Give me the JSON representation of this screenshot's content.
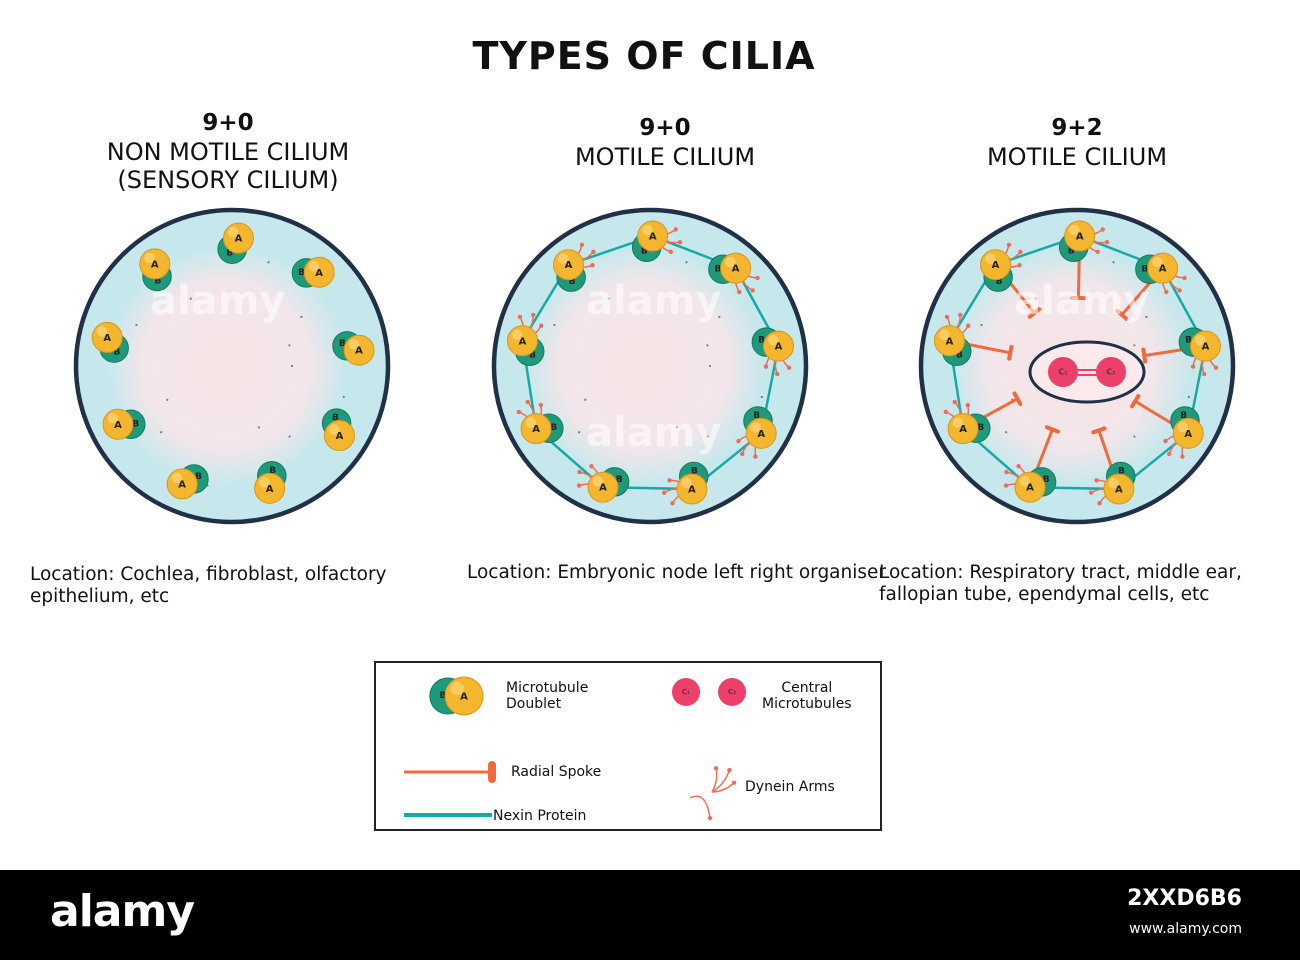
{
  "title": "TYPES OF CILIA",
  "panels": [
    {
      "formula": "9+0",
      "name_line1": "NON MOTILE CILIUM",
      "name_line2": "(SENSORY CILIUM)",
      "location": "Location: Cochlea, fibroblast, olfactory epithelium, etc"
    },
    {
      "formula": "9+0",
      "name_line1": "MOTILE CILIUM",
      "name_line2": "",
      "location": "Location: Embryonic node left right organiser"
    },
    {
      "formula": "9+2",
      "name_line1": "MOTILE CILIUM",
      "name_line2": "",
      "location": "Location: Respiratory tract, middle ear, fallopian tube, ependymal cells, etc"
    }
  ],
  "doublet_letters": {
    "a": "A",
    "b": "B"
  },
  "central_letters": {
    "c1": "C₁",
    "c2": "C₂"
  },
  "legend": {
    "microtubule_doublet_1": "Microtubule",
    "microtubule_doublet_2": "Doublet",
    "central_microtubules_1": "Central",
    "central_microtubules_2": "Microtubules",
    "radial_spoke": "Radial Spoke",
    "nexin_protein": "Nexin Protein",
    "dynein_arms": "Dynein Arms"
  },
  "watermark": "alamy",
  "footer": {
    "logo": "alamy",
    "image_id": "2XXD6B6",
    "url": "www.alamy.com"
  },
  "colors": {
    "membrane": "#1f3047",
    "cytoplasm": "#c6e8ec",
    "core": "#f6e4e6",
    "a_tubule": "#f4b62f",
    "b_tubule": "#1e9a7a",
    "nexin": "#16a9a6",
    "spoke": "#ef6a3c",
    "central": "#ec3f6a",
    "dynein": "#ef6d56"
  }
}
